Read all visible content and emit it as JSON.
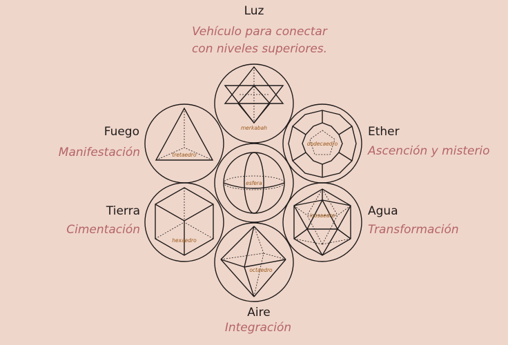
{
  "elements": {
    "luz": {
      "name": "Luz",
      "meaning_line1": "Vehículo para conectar",
      "meaning_line2": "con niveles superiores.",
      "solid": "merkabah"
    },
    "fuego": {
      "name": "Fuego",
      "meaning": "Manifestación",
      "solid": "tretaedro"
    },
    "ether": {
      "name": "Ether",
      "meaning": "Ascención y misterio",
      "solid": "dodecaedro"
    },
    "tierra": {
      "name": "Tierra",
      "meaning": "Cimentación",
      "solid": "hexaedro"
    },
    "agua": {
      "name": "Agua",
      "meaning": "Transformación",
      "solid": "icosaedro"
    },
    "aire": {
      "name": "Aire",
      "meaning": "Integración",
      "solid": "octaedro"
    },
    "centro": {
      "solid": "esfera"
    }
  },
  "colors": {
    "background": "#efd6ca",
    "line": "#1e1a1a",
    "meaning_text": "#b46468",
    "solid_label": "#9a5a1c"
  }
}
